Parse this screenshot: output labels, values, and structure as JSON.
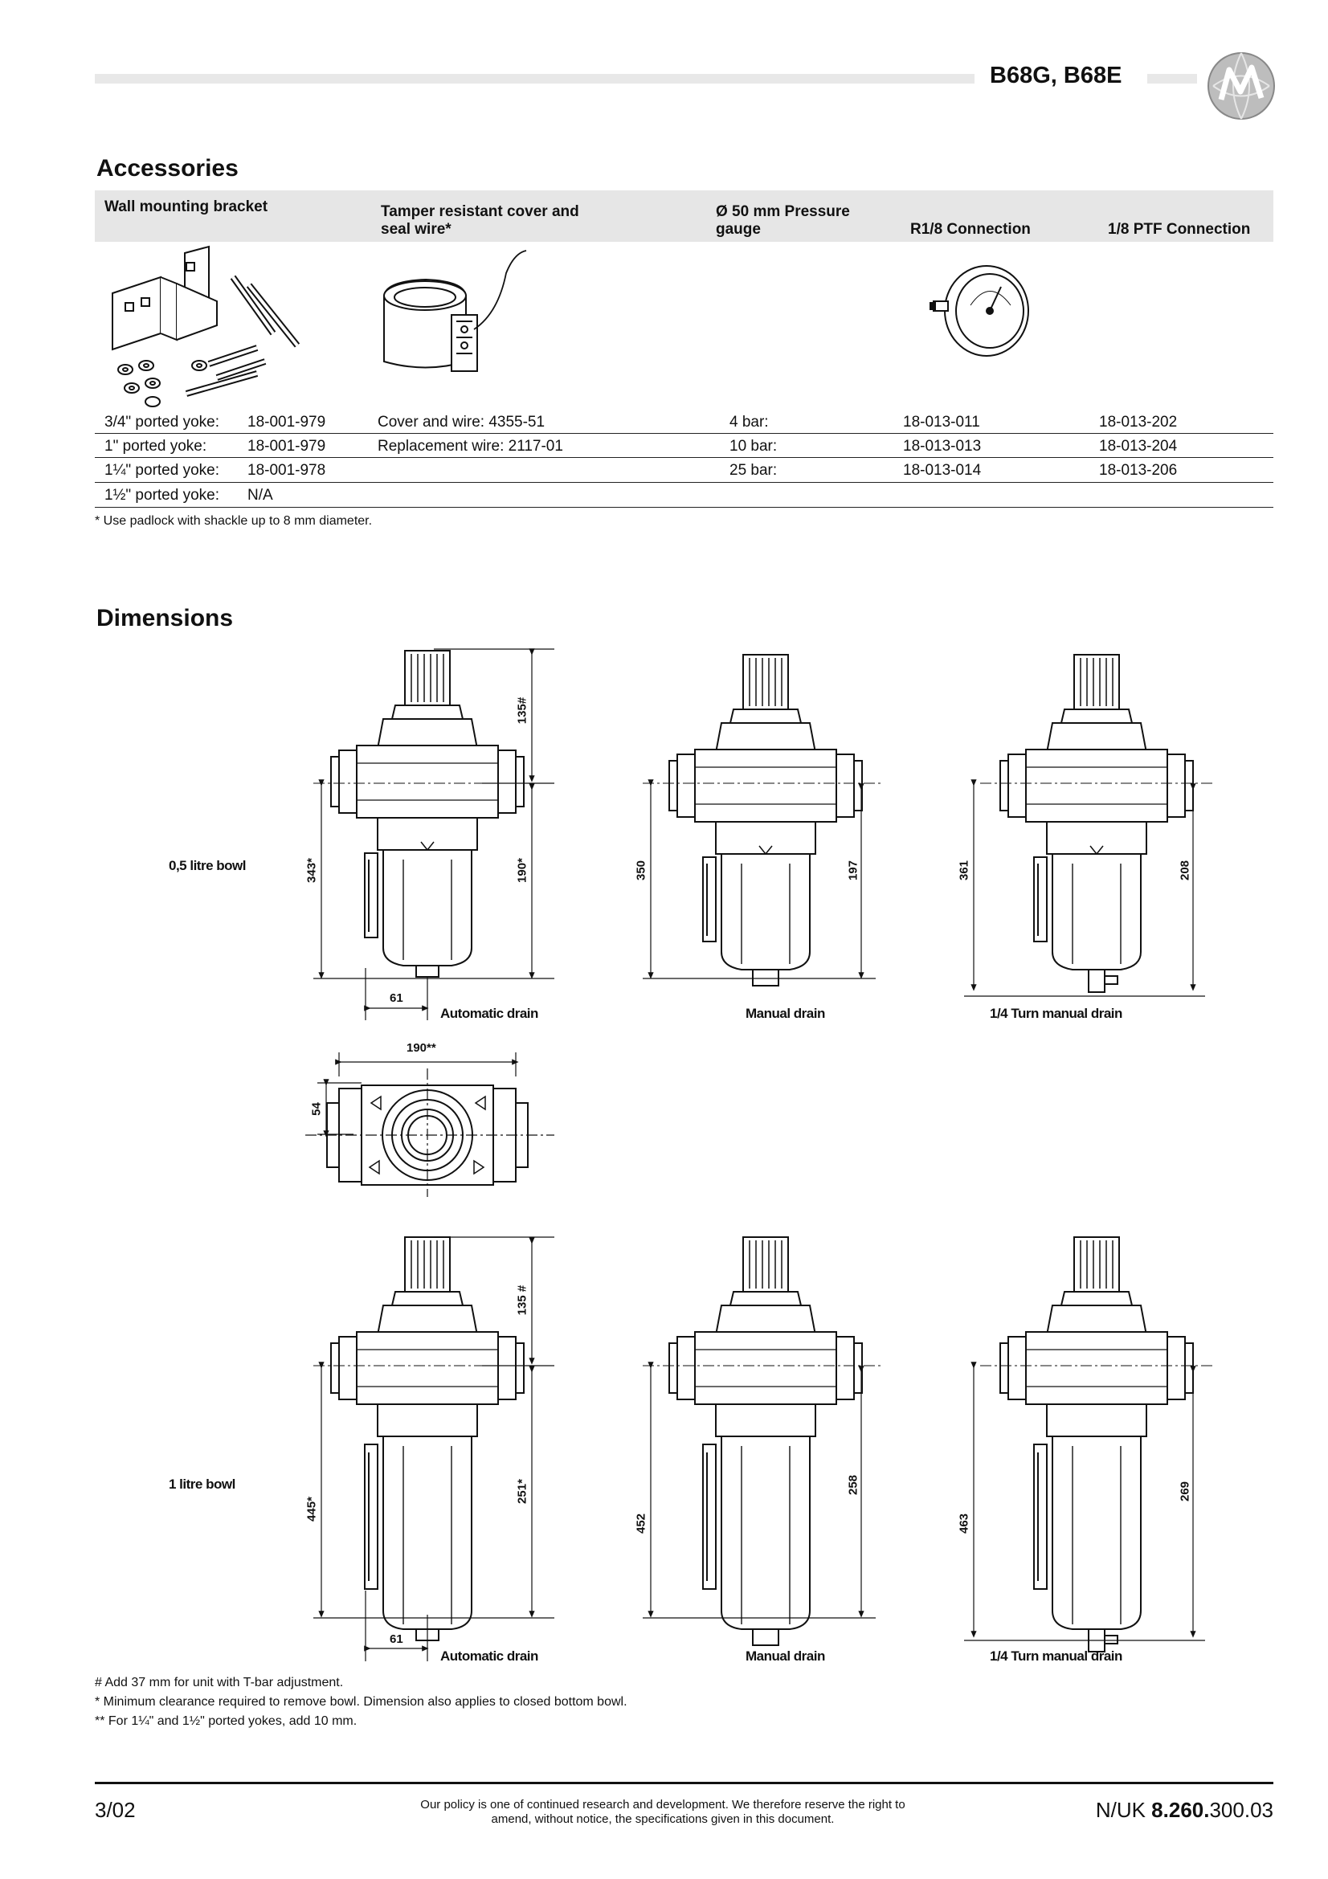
{
  "header": {
    "title": "B68G, B68E",
    "logo": "norgren-globe-logo"
  },
  "accessories": {
    "heading": "Accessories",
    "columns": [
      {
        "line1": "Wall mounting bracket",
        "line2": ""
      },
      {
        "line1": "Tamper resistant cover and",
        "line2": "seal wire*"
      },
      {
        "line1": "Ø 50 mm Pressure",
        "line2": "gauge"
      },
      {
        "line1": "",
        "line2": "R1/8 Connection"
      },
      {
        "line1": "",
        "line2": "1/8 PTF Connection"
      }
    ],
    "rows": [
      {
        "yoke": "3/4\" ported yoke:",
        "bracket": "18-001-979",
        "cover": "Cover and wire: 4355-51",
        "range": "4 bar:",
        "r18": "18-013-011",
        "ptf": "18-013-202"
      },
      {
        "yoke": "1\" ported yoke:",
        "bracket": "18-001-979",
        "cover": "Replacement wire: 2117-01",
        "range": "10 bar:",
        "r18": "18-013-013",
        "ptf": "18-013-204"
      },
      {
        "yoke": "1¼\" ported yoke:",
        "bracket": "18-001-978",
        "cover": "",
        "range": "25 bar:",
        "r18": "18-013-014",
        "ptf": "18-013-206"
      },
      {
        "yoke": "1½\" ported yoke:",
        "bracket": "N/A",
        "cover": "",
        "range": "",
        "r18": "",
        "ptf": ""
      }
    ],
    "footnote": "* Use padlock with shackle up to 8 mm diameter."
  },
  "dimensions": {
    "heading": "Dimensions",
    "row1_label": "0,5 litre bowl",
    "row2_label": "1 litre bowl",
    "captions": [
      "Automatic drain",
      "Manual drain",
      "1/4 Turn manual drain"
    ],
    "r1": {
      "top": "135#",
      "a_total": "343*",
      "a_lower": "190*",
      "b_total": "350",
      "b_lower": "197",
      "c_total": "361",
      "c_lower": "208",
      "width": "61"
    },
    "plan": {
      "width": "190**",
      "depth": "54"
    },
    "r2": {
      "top": "135 #",
      "a_total": "445*",
      "a_lower": "251*",
      "b_total": "452",
      "b_lower": "258",
      "c_total": "463",
      "c_lower": "269",
      "width": "61"
    },
    "notes": [
      "# Add 37 mm for unit with T-bar adjustment.",
      "* Minimum clearance required to remove bowl. Dimension also applies to closed bottom bowl.",
      "** For 1¼\" and 1½\" ported yokes, add 10 mm."
    ]
  },
  "footer": {
    "page": "3/02",
    "policy_line1": "Our policy is one of continued research and development. We therefore reserve the right to",
    "policy_line2": "amend, without notice, the specifications given in this document.",
    "doc_prefix": "N/UK ",
    "doc_bold": "8.260.",
    "doc_suffix": "300.03"
  }
}
